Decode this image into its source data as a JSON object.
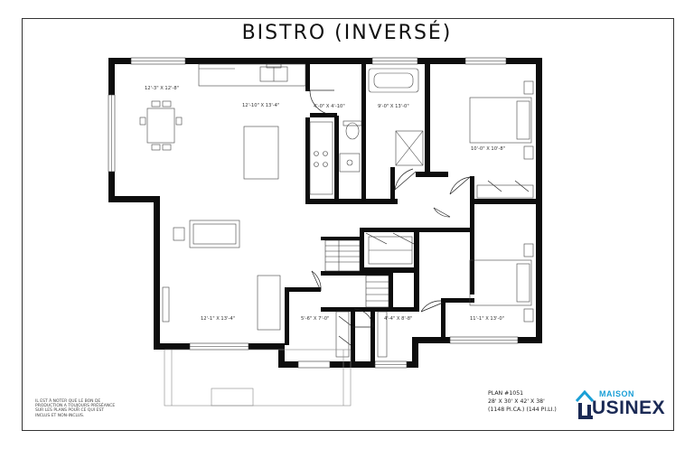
{
  "title": "BISTRO (INVERSÉ)",
  "rooms": {
    "dining": "12'-3\" X 12'-8\"",
    "kitchen": "12'-10\" X 13'-4\"",
    "closet_small": "4'-0\" X 4'-10\"",
    "bathroom": "9'-0\" X 13'-0\"",
    "bedroom_top": "10'-0\" X 10'-8\"",
    "living": "12'-1\" X 13'-4\"",
    "entry": "5'-6\" X 7'-0\"",
    "laundry": "4'-4\" X 8'-8\"",
    "bedroom_bottom": "11'-1\" X 13'-0\""
  },
  "disclaimer": "IL EST À NOTER QUE LE BON DE PRODUCTION A TOUJOURS PRÉSÉANCE SUR LES PLANS POUR CE QUI EST INCLUS ET NON-INCLUS.",
  "plan_info": {
    "number": "PLAN #1051",
    "dimensions": "28' X 30' X 42' X 38'",
    "area": "(1148 PI.CA.)  (144 PI.LI.)"
  },
  "logo": {
    "line1": "MAISON",
    "line2": "USINEX",
    "icon": "house-icon",
    "accent_color": "#1a9fd6",
    "brand_color": "#1b2a55"
  }
}
